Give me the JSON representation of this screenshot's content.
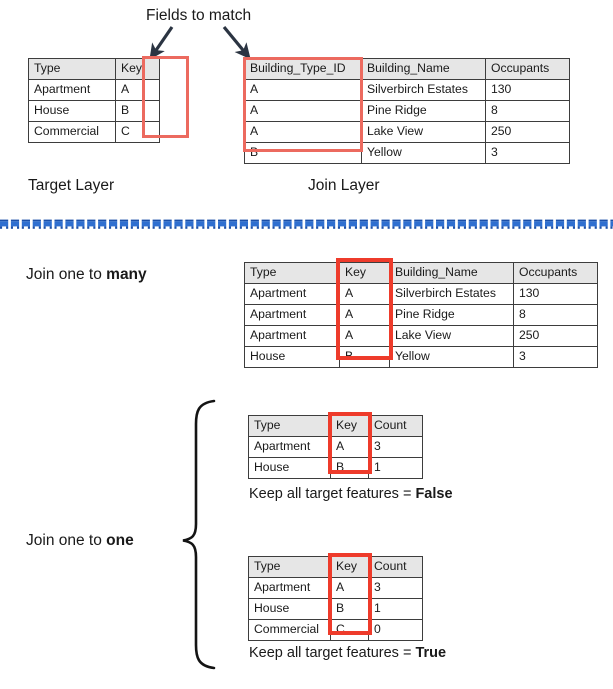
{
  "annotations": {
    "fields_to_match": "Fields to match",
    "target_layer": "Target Layer",
    "join_layer": "Join Layer",
    "join_one_to_many_prefix": "Join one to ",
    "join_one_to_many_strong": "many",
    "join_one_to_one_prefix": "Join one to ",
    "join_one_to_one_strong": "one",
    "keep_false_prefix": "Keep all target features = ",
    "keep_false_strong": "False",
    "keep_true_prefix": "Keep all target features = ",
    "keep_true_strong": "True"
  },
  "colors": {
    "highlight_soft": "#ec6a5f",
    "highlight_strong": "#ee3b2b",
    "header_fill": "#e6e6e6",
    "border": "#3d3d3d",
    "arrow": "#2b3442",
    "divider_blue": "#2f6fd0",
    "divider_blue_dark": "#1b4fa8",
    "text": "#1a1a1a"
  },
  "target_table": {
    "name": "Target Layer",
    "headers": [
      "Type",
      "Key"
    ],
    "rows": [
      [
        "Apartment",
        "A"
      ],
      [
        "House",
        "B"
      ],
      [
        "Commercial",
        "C"
      ]
    ],
    "highlight_column": "Key"
  },
  "join_table": {
    "name": "Join Layer",
    "headers": [
      "Building_Type_ID",
      "Building_Name",
      "Occupants"
    ],
    "rows": [
      [
        "A",
        "Silverbirch Estates",
        "130"
      ],
      [
        "A",
        "Pine Ridge",
        "8"
      ],
      [
        "A",
        "Lake View",
        "250"
      ],
      [
        "B",
        "Yellow",
        "3"
      ]
    ],
    "highlight_column": "Building_Type_ID"
  },
  "one_to_many_table": {
    "headers": [
      "Type",
      "Key",
      "Building_Name",
      "Occupants"
    ],
    "rows": [
      [
        "Apartment",
        "A",
        "Silverbirch Estates",
        "130"
      ],
      [
        "Apartment",
        "A",
        "Pine Ridge",
        "8"
      ],
      [
        "Apartment",
        "A",
        "Lake View",
        "250"
      ],
      [
        "House",
        "B",
        "Yellow",
        "3"
      ]
    ],
    "highlight_column": "Key"
  },
  "one_to_one_false_table": {
    "headers": [
      "Type",
      "Key",
      "Count"
    ],
    "rows": [
      [
        "Apartment",
        "A",
        "3"
      ],
      [
        "House",
        "B",
        "1"
      ]
    ],
    "highlight_column": "Key"
  },
  "one_to_one_true_table": {
    "headers": [
      "Type",
      "Key",
      "Count"
    ],
    "rows": [
      [
        "Apartment",
        "A",
        "3"
      ],
      [
        "House",
        "B",
        "1"
      ],
      [
        "Commercial",
        "C",
        "0"
      ]
    ],
    "highlight_column": "Key"
  }
}
